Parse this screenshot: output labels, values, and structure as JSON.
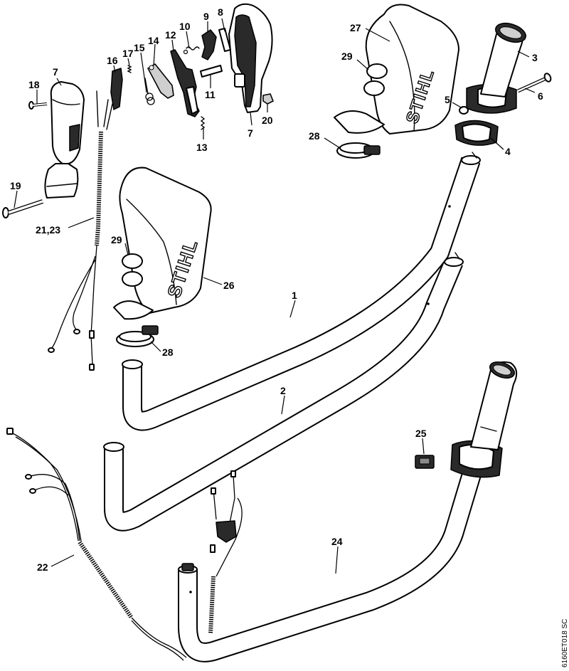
{
  "brand_text": "STIHL",
  "drawing_reference": "6160ET018 SC",
  "callouts": [
    {
      "id": "c1",
      "text": "1"
    },
    {
      "id": "c2",
      "text": "2"
    },
    {
      "id": "c3",
      "text": "3"
    },
    {
      "id": "c4",
      "text": "4"
    },
    {
      "id": "c5",
      "text": "5"
    },
    {
      "id": "c6",
      "text": "6"
    },
    {
      "id": "c7a",
      "text": "7"
    },
    {
      "id": "c7b",
      "text": "7"
    },
    {
      "id": "c8",
      "text": "8"
    },
    {
      "id": "c9",
      "text": "9"
    },
    {
      "id": "c10",
      "text": "10"
    },
    {
      "id": "c11",
      "text": "11"
    },
    {
      "id": "c12",
      "text": "12"
    },
    {
      "id": "c13",
      "text": "13"
    },
    {
      "id": "c14",
      "text": "14"
    },
    {
      "id": "c15",
      "text": "15"
    },
    {
      "id": "c16",
      "text": "16"
    },
    {
      "id": "c17",
      "text": "17"
    },
    {
      "id": "c18",
      "text": "18"
    },
    {
      "id": "c19",
      "text": "19"
    },
    {
      "id": "c20",
      "text": "20"
    },
    {
      "id": "c2123",
      "text": "21,23"
    },
    {
      "id": "c22",
      "text": "22"
    },
    {
      "id": "c24",
      "text": "24"
    },
    {
      "id": "c25",
      "text": "25"
    },
    {
      "id": "c26",
      "text": "26"
    },
    {
      "id": "c27",
      "text": "27"
    },
    {
      "id": "c28a",
      "text": "28"
    },
    {
      "id": "c28b",
      "text": "28"
    },
    {
      "id": "c29a",
      "text": "29"
    },
    {
      "id": "c29b",
      "text": "29"
    }
  ]
}
